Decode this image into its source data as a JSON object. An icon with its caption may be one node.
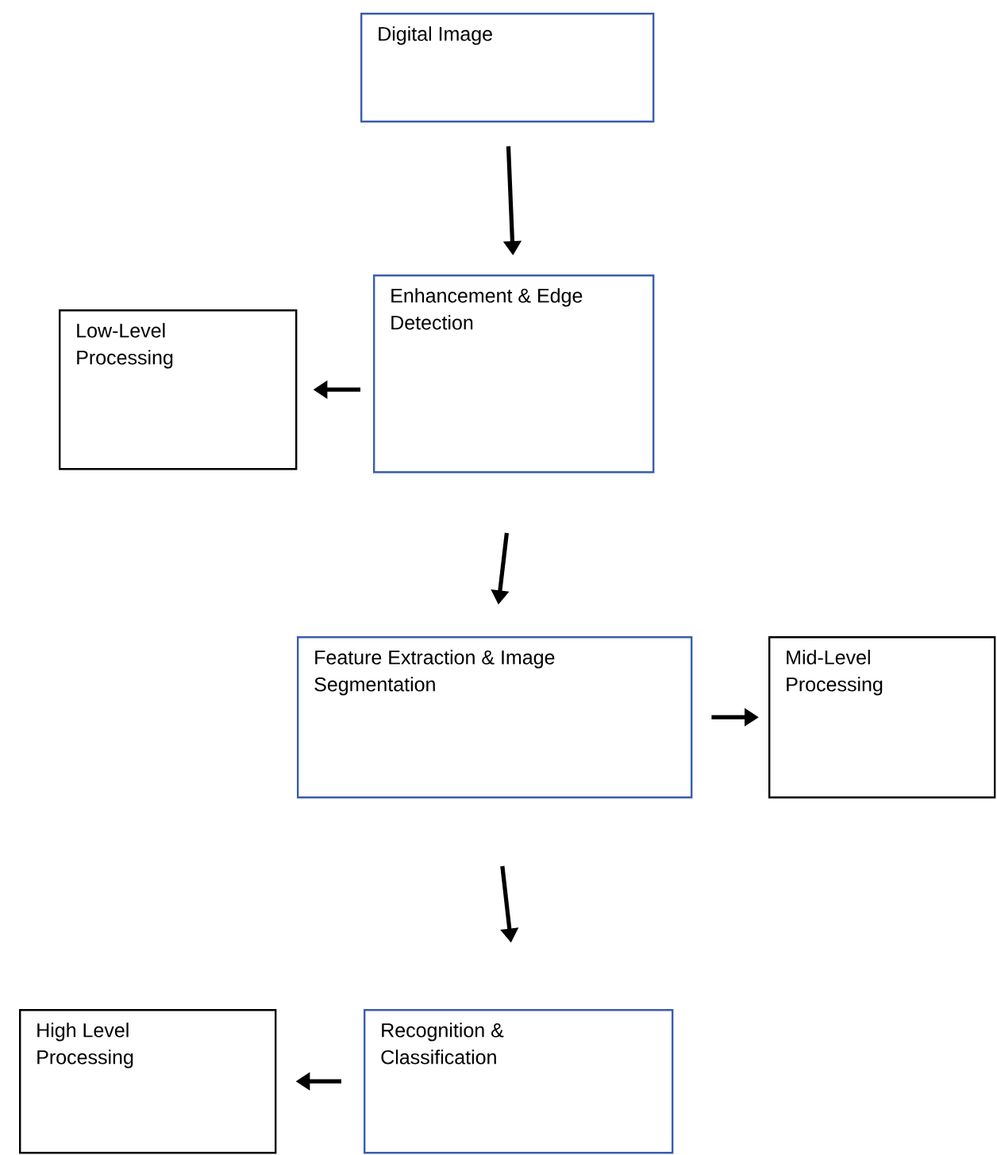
{
  "diagram": {
    "nodes": [
      {
        "text": [
          "Digital Image"
        ]
      },
      {
        "text": [
          "Enhancement & Edge Detection"
        ]
      },
      {
        "text": [
          "Low-Level Processing"
        ]
      },
      {
        "text": [
          "Feature Extraction & Image Segmentation"
        ]
      },
      {
        "text": [
          "Mid-Level Processing"
        ]
      },
      {
        "text": [
          "Recognition & Classification"
        ]
      },
      {
        "text": [
          "High Level Processing"
        ]
      }
    ],
    "edges": [
      {
        "from": 0,
        "to": 1,
        "arrow": "to"
      },
      {
        "from": 1,
        "to": 2,
        "arrow": "to"
      },
      {
        "from": 1,
        "to": 3,
        "arrow": "to"
      },
      {
        "from": 3,
        "to": 4,
        "arrow": "to"
      },
      {
        "from": 3,
        "to": 5,
        "arrow": "to"
      },
      {
        "from": 5,
        "to": 6,
        "arrow": "to"
      }
    ]
  }
}
